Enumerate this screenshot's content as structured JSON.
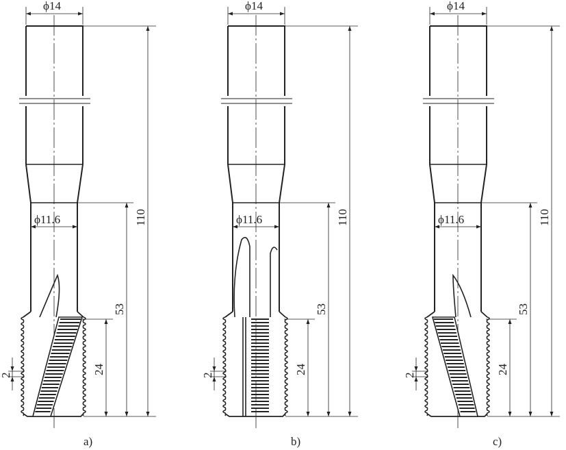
{
  "figures": [
    {
      "caption": "a)",
      "shank_diameter": "ϕ14",
      "neck_diameter": "ϕ11.6",
      "total_length": "110",
      "body_length": "53",
      "thread_length": "24",
      "pitch": "2",
      "flute": "spiral"
    },
    {
      "caption": "b)",
      "shank_diameter": "ϕ14",
      "neck_diameter": "ϕ11.6",
      "total_length": "110",
      "body_length": "53",
      "thread_length": "24",
      "pitch": "2",
      "flute": "straight"
    },
    {
      "caption": "c)",
      "shank_diameter": "ϕ14",
      "neck_diameter": "ϕ11.6",
      "total_length": "110",
      "body_length": "53",
      "thread_length": "24",
      "pitch": "2",
      "flute": "spiral-left"
    }
  ],
  "colors": {
    "line": "#222222",
    "background": "#ffffff"
  }
}
